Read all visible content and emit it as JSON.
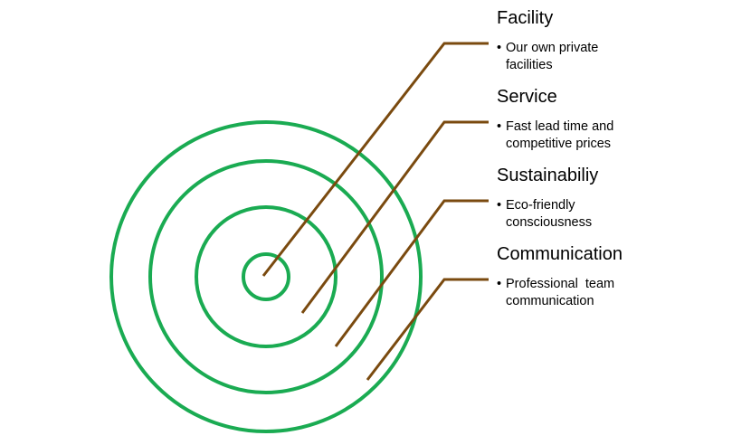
{
  "colors": {
    "ring": "#1aab52",
    "leader": "#7a4a0f"
  },
  "items": [
    {
      "title": "Facility",
      "description_line1": "Our own private",
      "description_line2": "facilities"
    },
    {
      "title": "Service",
      "description_line1": "Fast lead time and",
      "description_line2": "competitive prices"
    },
    {
      "title": "Sustainabiliy",
      "description_line1": "Eco-friendly",
      "description_line2": "consciousness"
    },
    {
      "title": "Communication",
      "description_line1": "Professional  team",
      "description_line2": "communication"
    }
  ],
  "bullet_glyph": "•"
}
